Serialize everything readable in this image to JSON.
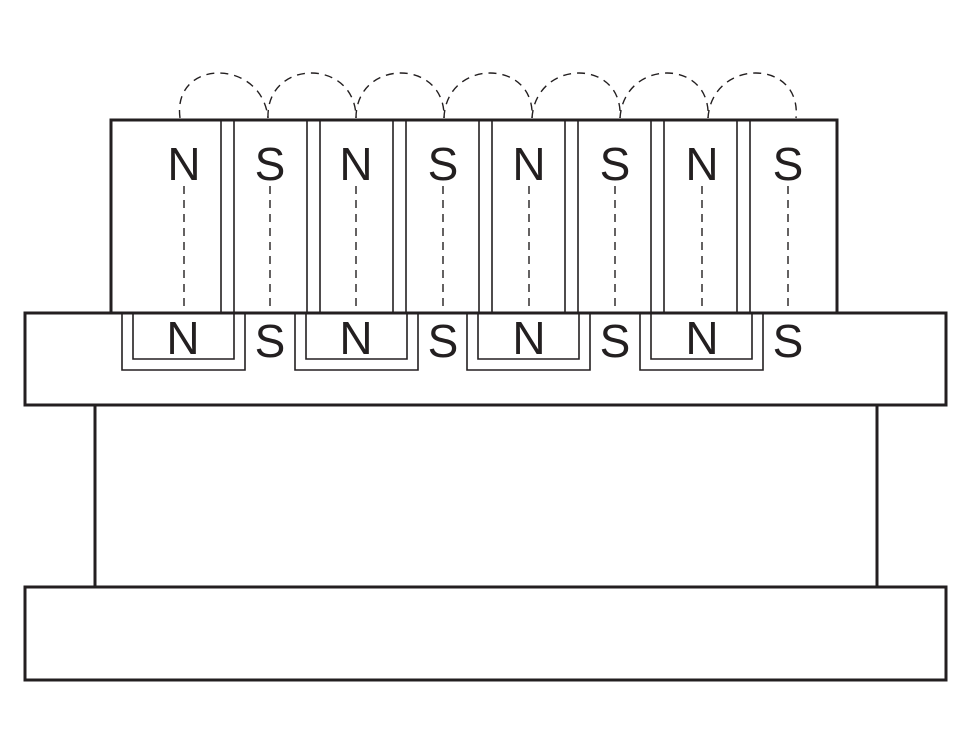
{
  "upper_magnet_row": {
    "poles": [
      {
        "label": "N"
      },
      {
        "label": "S"
      },
      {
        "label": "N"
      },
      {
        "label": "S"
      },
      {
        "label": "N"
      },
      {
        "label": "S"
      },
      {
        "label": "N"
      },
      {
        "label": "S"
      }
    ]
  },
  "lower_magnet_row": {
    "poles": [
      {
        "label": "N"
      },
      {
        "label": "S"
      },
      {
        "label": "N"
      },
      {
        "label": "S"
      },
      {
        "label": "N"
      },
      {
        "label": "S"
      },
      {
        "label": "N"
      },
      {
        "label": "S"
      }
    ]
  },
  "colors": {
    "stroke": "#231f20",
    "background": "#ffffff"
  }
}
